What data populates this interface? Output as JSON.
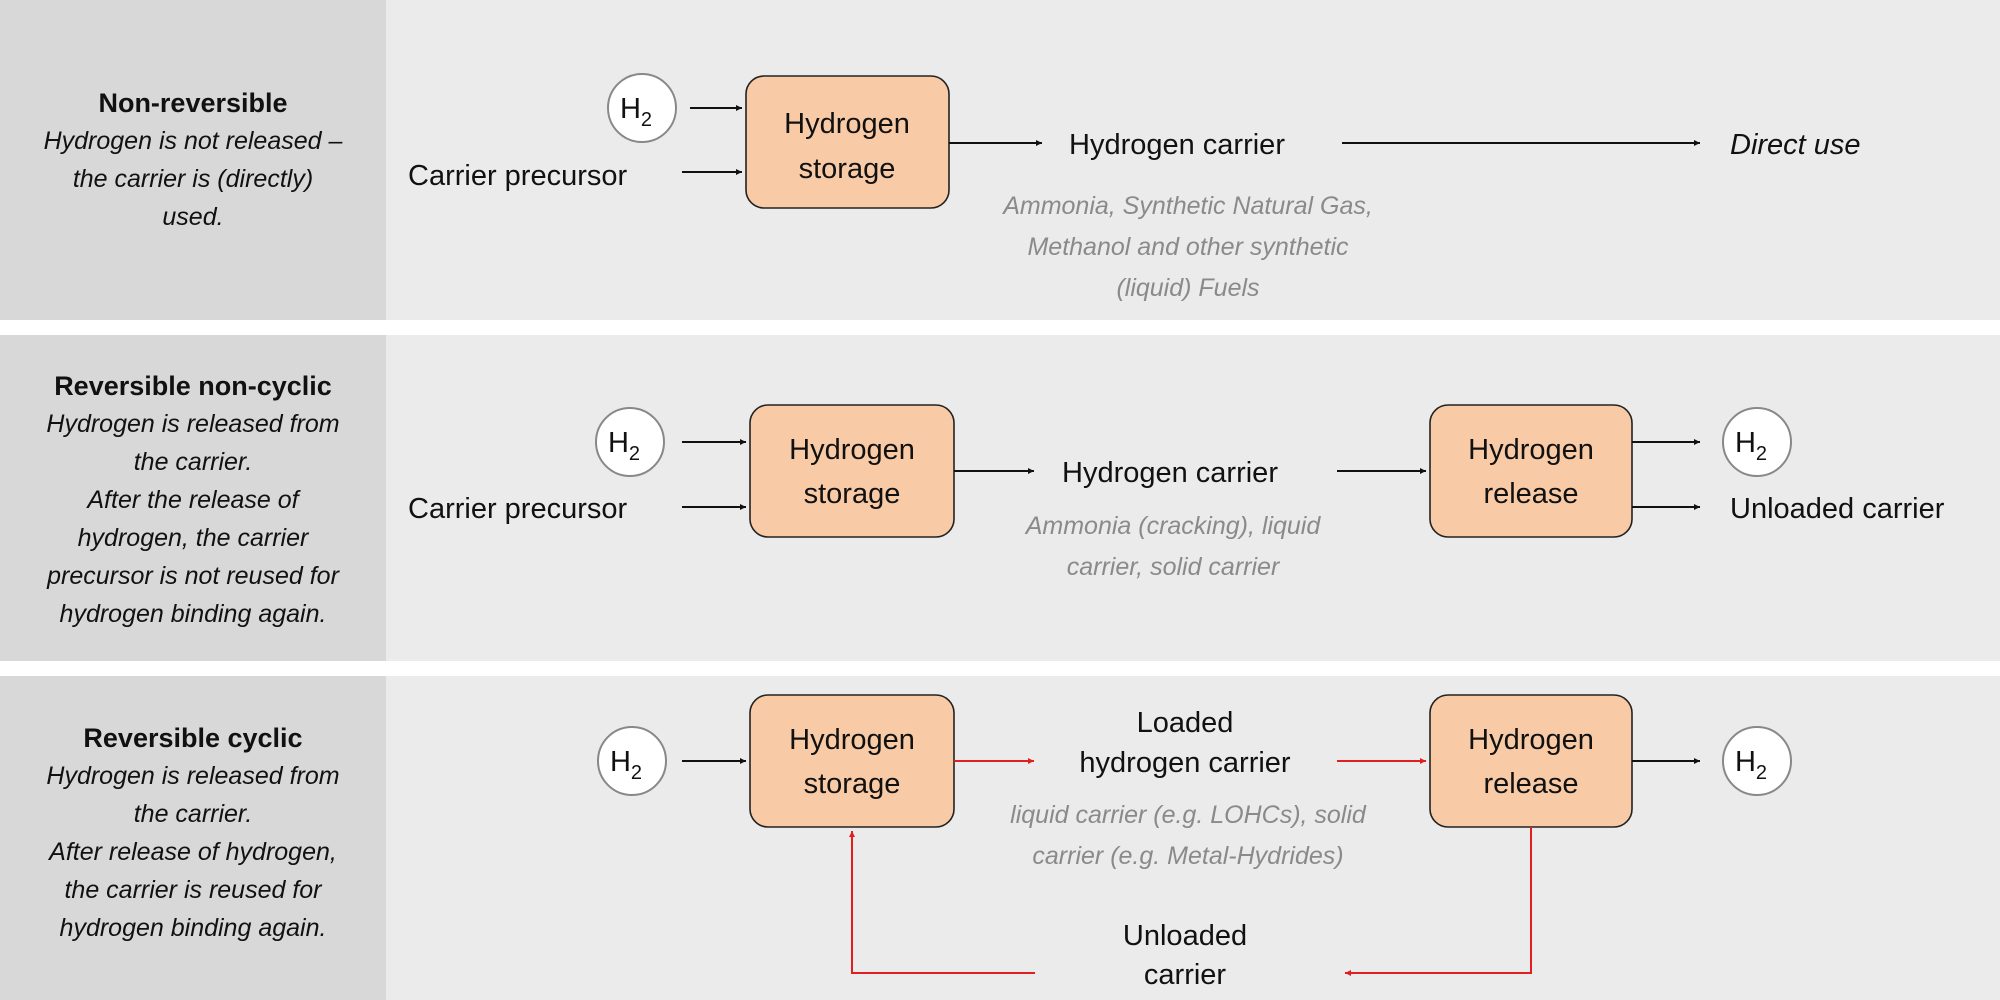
{
  "rows": [
    {
      "title": "Non-reversible",
      "description": [
        "Hydrogen is not released –",
        "the carrier is (directly)",
        "used."
      ],
      "inputs": [
        "H2",
        "Carrier precursor"
      ],
      "storage_box": [
        "Hydrogen",
        "storage"
      ],
      "carrier": [
        "Hydrogen carrier"
      ],
      "examples": [
        "Ammonia, Synthetic Natural Gas,",
        "Methanol and other synthetic",
        "(liquid) Fuels"
      ],
      "output": "Direct use"
    },
    {
      "title": "Reversible non-cyclic",
      "description": [
        "Hydrogen is released from",
        "the carrier.",
        "After the release of",
        "hydrogen, the carrier",
        "precursor is not reused for",
        "hydrogen binding again."
      ],
      "inputs": [
        "H2",
        "Carrier precursor"
      ],
      "storage_box": [
        "Hydrogen",
        "storage"
      ],
      "carrier": [
        "Hydrogen carrier"
      ],
      "examples": [
        "Ammonia (cracking), liquid",
        "carrier, solid carrier"
      ],
      "release_box": [
        "Hydrogen",
        "release"
      ],
      "outputs": [
        "H2",
        "Unloaded carrier"
      ]
    },
    {
      "title": "Reversible cyclic",
      "description": [
        "Hydrogen is released from",
        "the carrier.",
        "After release of hydrogen,",
        "the carrier is reused for",
        "hydrogen binding again."
      ],
      "inputs": [
        "H2"
      ],
      "storage_box": [
        "Hydrogen",
        "storage"
      ],
      "carrier": [
        "Loaded",
        "hydrogen carrier"
      ],
      "examples": [
        "liquid carrier (e.g. LOHCs), solid",
        "carrier (e.g. Metal-Hydrides)"
      ],
      "release_box": [
        "Hydrogen",
        "release"
      ],
      "outputs": [
        "H2"
      ],
      "return_label": [
        "Unloaded",
        "carrier"
      ]
    }
  ],
  "colors": {
    "box_fill": "#f8cba6",
    "label_column": "#d8d8d8",
    "diagram_background": "#ebebeb",
    "cycle_arrow": "#e02020",
    "example_text": "#8a8a8a"
  }
}
